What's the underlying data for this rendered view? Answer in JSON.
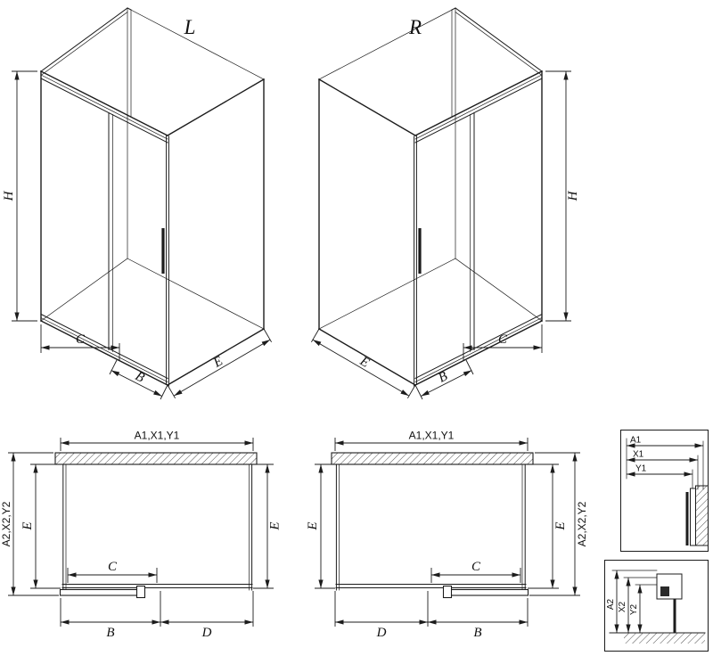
{
  "sheet": {
    "background": "#ffffff",
    "line_color": "#1c1c1c"
  },
  "iso_left": {
    "label": "L",
    "dim_h": "H",
    "dim_c": "C",
    "dim_b": "B",
    "dim_e": "E"
  },
  "iso_right": {
    "label": "R",
    "dim_h": "H",
    "dim_c": "C",
    "dim_b": "B",
    "dim_e": "E"
  },
  "plan_left": {
    "dim_top": "A1,X1,Y1",
    "dim_left_outer": "A2,X2,Y2",
    "dim_left_inner": "E",
    "dim_right": "E",
    "dim_c": "C",
    "dim_b": "B",
    "dim_d": "D"
  },
  "plan_right": {
    "dim_top": "A1,X1,Y1",
    "dim_left": "E",
    "dim_right_inner": "E",
    "dim_right_outer": "A2,X2,Y2",
    "dim_c": "C",
    "dim_d": "D",
    "dim_b": "B"
  },
  "detail_top": {
    "dim_a1": "A1",
    "dim_x1": "X1",
    "dim_y1": "Y1"
  },
  "detail_bottom": {
    "dim_a2": "A2",
    "dim_x2": "X2",
    "dim_y2": "Y2"
  }
}
